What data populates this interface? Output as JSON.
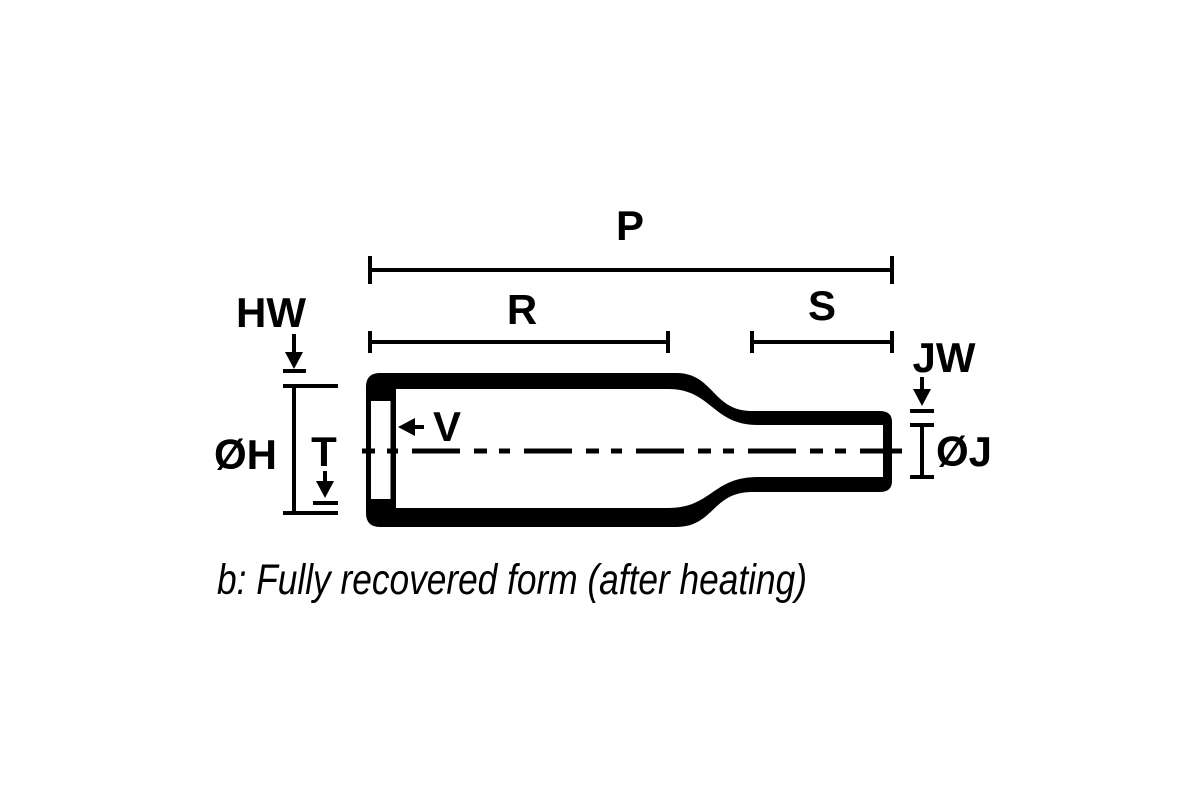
{
  "colors": {
    "ink": "#000000",
    "background": "#ffffff"
  },
  "caption": "b: Fully recovered form (after heating)",
  "labels": {
    "p": "P",
    "r": "R",
    "s": "S",
    "hw": "HW",
    "oh": "ØH",
    "t": "T",
    "v": "V",
    "jw": "JW",
    "oj": "ØJ"
  }
}
